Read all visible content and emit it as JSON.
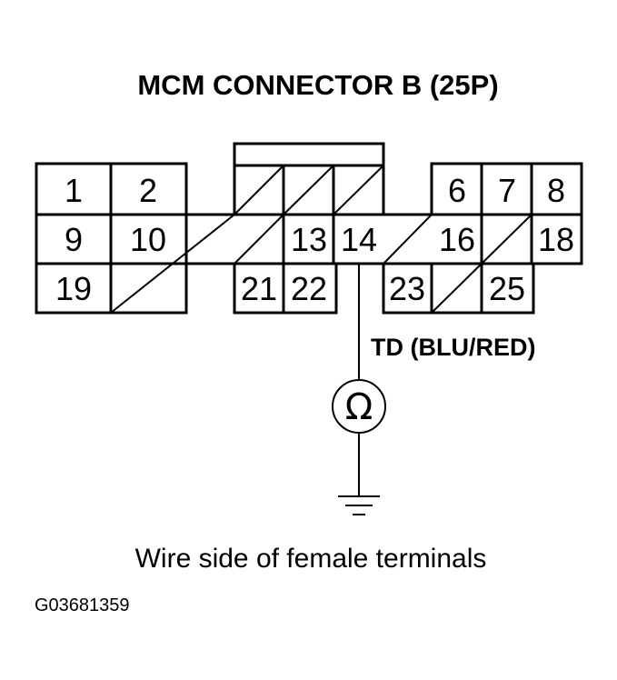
{
  "title": "MCM CONNECTOR B (25P)",
  "connector": {
    "pins": [
      {
        "label": "1"
      },
      {
        "label": "2"
      },
      {
        "label": "6"
      },
      {
        "label": "7"
      },
      {
        "label": "8"
      },
      {
        "label": "9"
      },
      {
        "label": "10"
      },
      {
        "label": "13"
      },
      {
        "label": "14"
      },
      {
        "label": "16"
      },
      {
        "label": "18"
      },
      {
        "label": "19"
      },
      {
        "label": "21"
      },
      {
        "label": "22"
      },
      {
        "label": "23"
      },
      {
        "label": "25"
      }
    ]
  },
  "wire_label": "TD (BLU/RED)",
  "meter_symbol": "Ω",
  "caption": "Wire side of female terminals",
  "figure_code": "G03681359"
}
